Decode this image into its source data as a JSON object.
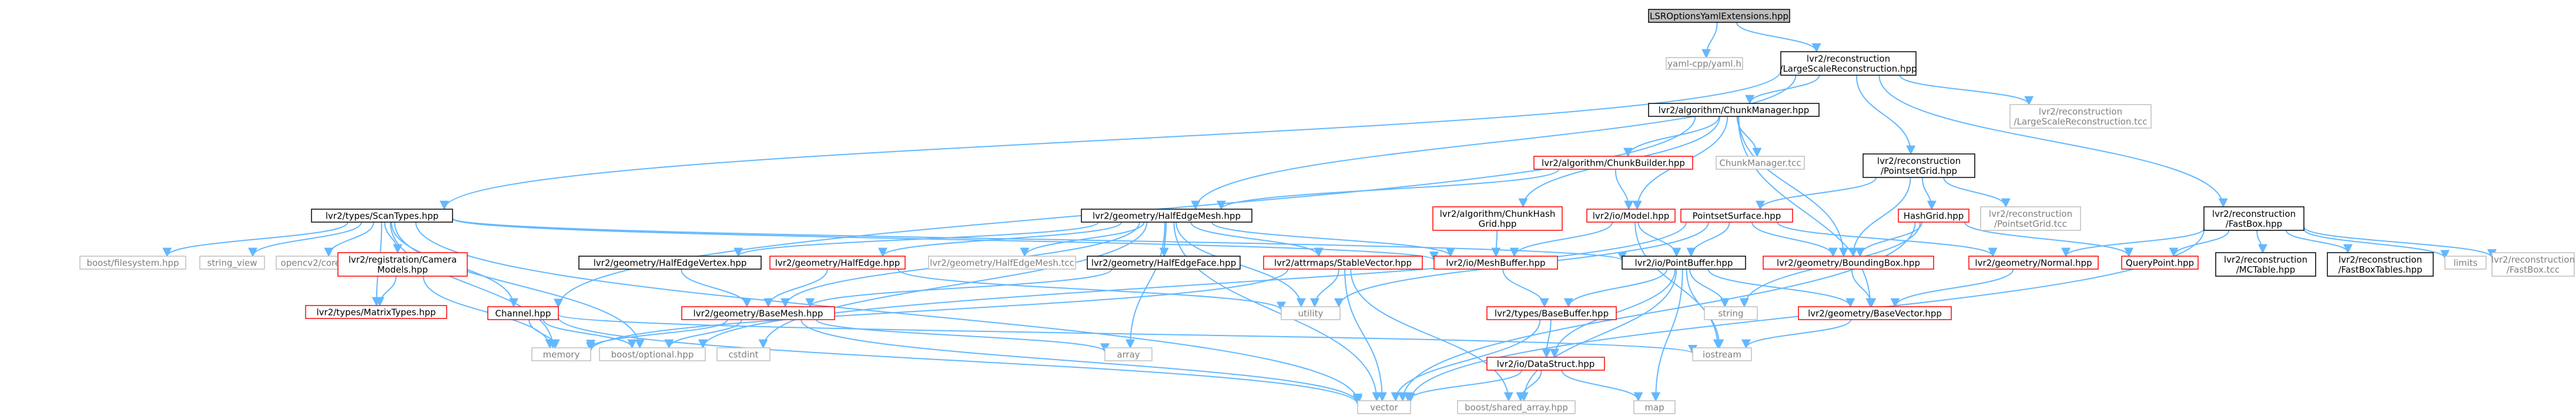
{
  "colors": {
    "edge": "#63b8ff",
    "border_normal": "#000000",
    "border_red": "#ff0000",
    "border_gray": "#bfbfbf",
    "text_normal": "#000000",
    "text_gray": "#7f7f7f",
    "root_fill": "#bfbfbf"
  },
  "nodes": [
    {
      "id": "root",
      "lines": [
        "LSROptionsYamlExtensions.hpp"
      ],
      "style": "root"
    },
    {
      "id": "yamlcpp",
      "lines": [
        "yaml-cpp/yaml.h"
      ],
      "style": "gray"
    },
    {
      "id": "lsr",
      "lines": [
        "lvr2/reconstruction",
        "/LargeScaleReconstruction.hpp"
      ],
      "style": "normal"
    },
    {
      "id": "lsrtcc",
      "lines": [
        "lvr2/reconstruction",
        "/LargeScaleReconstruction.tcc"
      ],
      "style": "gray"
    },
    {
      "id": "chunkmgr",
      "lines": [
        "lvr2/algorithm/ChunkManager.hpp"
      ],
      "style": "normal"
    },
    {
      "id": "chunkbuilder",
      "lines": [
        "lvr2/algorithm/ChunkBuilder.hpp"
      ],
      "style": "red"
    },
    {
      "id": "chunkmgrtcc",
      "lines": [
        "ChunkManager.tcc"
      ],
      "style": "gray"
    },
    {
      "id": "pointsetgrid",
      "lines": [
        "lvr2/reconstruction",
        "/PointsetGrid.hpp"
      ],
      "style": "normal"
    },
    {
      "id": "pointsetgridtcc",
      "lines": [
        "lvr2/reconstruction",
        "/PointsetGrid.tcc"
      ],
      "style": "gray"
    },
    {
      "id": "chunkhash",
      "lines": [
        "lvr2/algorithm/ChunkHash",
        "Grid.hpp"
      ],
      "style": "red"
    },
    {
      "id": "model",
      "lines": [
        "lvr2/io/Model.hpp"
      ],
      "style": "red"
    },
    {
      "id": "pointsetsurface",
      "lines": [
        "PointsetSurface.hpp"
      ],
      "style": "red"
    },
    {
      "id": "hashgrid",
      "lines": [
        "HashGrid.hpp"
      ],
      "style": "red"
    },
    {
      "id": "fastbox",
      "lines": [
        "lvr2/reconstruction",
        "/FastBox.hpp"
      ],
      "style": "normal"
    },
    {
      "id": "scantypes",
      "lines": [
        "lvr2/types/ScanTypes.hpp"
      ],
      "style": "normal"
    },
    {
      "id": "halfedgemesh",
      "lines": [
        "lvr2/geometry/HalfEdgeMesh.hpp"
      ],
      "style": "normal"
    },
    {
      "id": "boostfs",
      "lines": [
        "boost/filesystem.hpp"
      ],
      "style": "gray"
    },
    {
      "id": "stringview",
      "lines": [
        "string_view"
      ],
      "style": "gray"
    },
    {
      "id": "opencv",
      "lines": [
        "opencv2/core.hpp"
      ],
      "style": "gray"
    },
    {
      "id": "camera",
      "lines": [
        "lvr2/registration/Camera",
        "Models.hpp"
      ],
      "style": "red"
    },
    {
      "id": "matrixtypes",
      "lines": [
        "lvr2/types/MatrixTypes.hpp"
      ],
      "style": "red"
    },
    {
      "id": "heedgevertex",
      "lines": [
        "lvr2/geometry/HalfEdgeVertex.hpp"
      ],
      "style": "normal"
    },
    {
      "id": "halfedge",
      "lines": [
        "lvr2/geometry/HalfEdge.hpp"
      ],
      "style": "red"
    },
    {
      "id": "hemeshtcc",
      "lines": [
        "lvr2/geometry/HalfEdgeMesh.tcc"
      ],
      "style": "gray"
    },
    {
      "id": "heface",
      "lines": [
        "lvr2/geometry/HalfEdgeFace.hpp"
      ],
      "style": "normal"
    },
    {
      "id": "stablevector",
      "lines": [
        "lvr2/attrmaps/StableVector.hpp"
      ],
      "style": "red"
    },
    {
      "id": "meshbuffer",
      "lines": [
        "lvr2/io/MeshBuffer.hpp"
      ],
      "style": "red"
    },
    {
      "id": "pointbuffer",
      "lines": [
        "lvr2/io/PointBuffer.hpp"
      ],
      "style": "normal"
    },
    {
      "id": "boundingbox",
      "lines": [
        "lvr2/geometry/BoundingBox.hpp"
      ],
      "style": "red"
    },
    {
      "id": "normal",
      "lines": [
        "lvr2/geometry/Normal.hpp"
      ],
      "style": "red"
    },
    {
      "id": "querypoint",
      "lines": [
        "QueryPoint.hpp"
      ],
      "style": "red"
    },
    {
      "id": "mctable",
      "lines": [
        "lvr2/reconstruction",
        "/MCTable.hpp"
      ],
      "style": "normal"
    },
    {
      "id": "fastboxtables",
      "lines": [
        "lvr2/reconstruction",
        "/FastBoxTables.hpp"
      ],
      "style": "normal"
    },
    {
      "id": "limits",
      "lines": [
        "limits"
      ],
      "style": "gray"
    },
    {
      "id": "fastboxtcc",
      "lines": [
        "lvr2/reconstruction",
        "/FastBox.tcc"
      ],
      "style": "gray"
    },
    {
      "id": "channel",
      "lines": [
        "Channel.hpp"
      ],
      "style": "red"
    },
    {
      "id": "basemesh",
      "lines": [
        "lvr2/geometry/BaseMesh.hpp"
      ],
      "style": "red"
    },
    {
      "id": "utility",
      "lines": [
        "utility"
      ],
      "style": "gray"
    },
    {
      "id": "basebuffer",
      "lines": [
        "lvr2/types/BaseBuffer.hpp"
      ],
      "style": "red"
    },
    {
      "id": "string",
      "lines": [
        "string"
      ],
      "style": "gray"
    },
    {
      "id": "basevector",
      "lines": [
        "lvr2/geometry/BaseVector.hpp"
      ],
      "style": "red"
    },
    {
      "id": "memory",
      "lines": [
        "memory"
      ],
      "style": "gray"
    },
    {
      "id": "boostoptional",
      "lines": [
        "boost/optional.hpp"
      ],
      "style": "gray"
    },
    {
      "id": "cstdint",
      "lines": [
        "cstdint"
      ],
      "style": "gray"
    },
    {
      "id": "array",
      "lines": [
        "array"
      ],
      "style": "gray"
    },
    {
      "id": "iostream",
      "lines": [
        "iostream"
      ],
      "style": "gray"
    },
    {
      "id": "datastruct",
      "lines": [
        "lvr2/io/DataStruct.hpp"
      ],
      "style": "red"
    },
    {
      "id": "vector",
      "lines": [
        "vector"
      ],
      "style": "gray"
    },
    {
      "id": "sharedarray",
      "lines": [
        "boost/shared_array.hpp"
      ],
      "style": "gray"
    },
    {
      "id": "map",
      "lines": [
        "map"
      ],
      "style": "gray"
    }
  ]
}
